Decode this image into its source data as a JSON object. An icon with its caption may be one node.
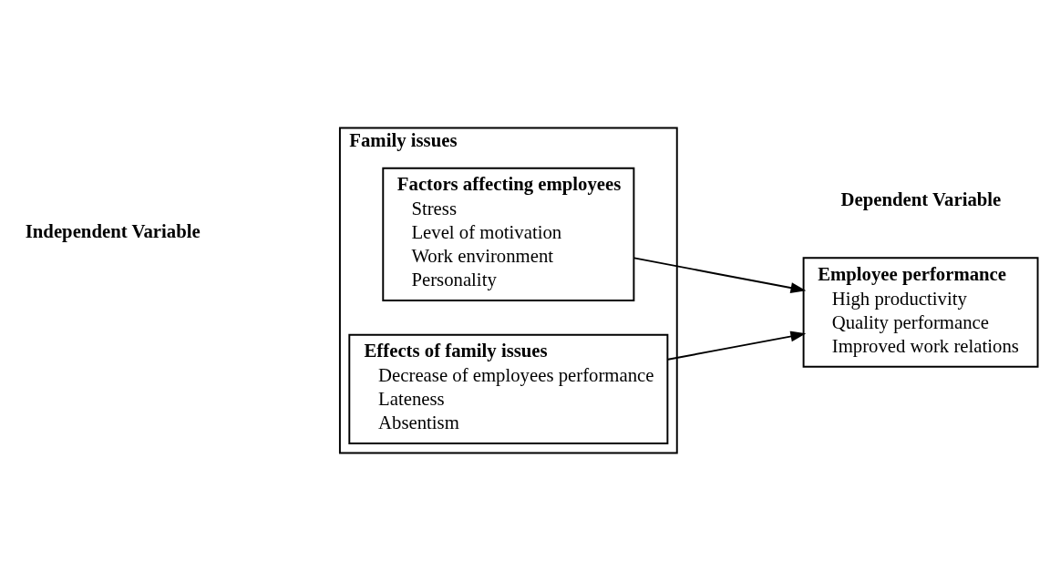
{
  "diagram": {
    "nodes": [
      {
        "text": [
          "Family issues"
        ]
      },
      {
        "text": [
          "Factors affecting employees",
          "Stress",
          "Level of motivation",
          "Work environment",
          "Personality"
        ],
        "in": 0
      },
      {
        "text": [
          "Effects of family issues",
          "Decrease of employees performance",
          "Lateness",
          "Absentism"
        ],
        "in": 0
      },
      {
        "text": [
          "Employee performance",
          "High productivity",
          "Quality performance",
          "Improved work relations"
        ]
      }
    ],
    "edges": [
      {
        "from": 1,
        "to": 3,
        "arrow": "to"
      },
      {
        "from": 2,
        "to": 3,
        "arrow": "to"
      }
    ],
    "labels": [
      "Independent Variable",
      "Dependent Variable"
    ]
  }
}
